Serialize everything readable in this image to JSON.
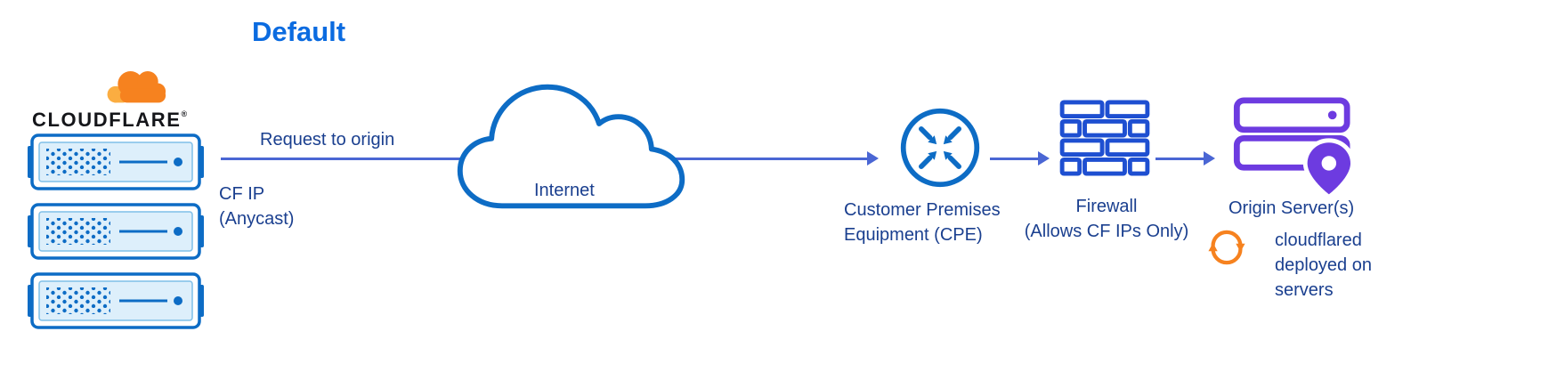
{
  "title": "Default",
  "brand": {
    "wordmark": "CLOUDFLARE",
    "registered": "®"
  },
  "flow": {
    "request_label": "Request to origin",
    "cf_ip_label": "CF IP\n(Anycast)",
    "internet_label": "Internet",
    "cpe_label": "Customer Premises\nEquipment (CPE)",
    "firewall_label": "Firewall\n(Allows CF IPs Only)",
    "origin_label": "Origin Server(s)",
    "cloudflared_label": "cloudflared\ndeployed on\nservers"
  },
  "icons": {
    "cloudflare_cloud": "orange-cloud",
    "edge_server": "server-rack",
    "internet": "cloud-outline",
    "cpe": "arrows-inward-circle",
    "firewall": "brick-wall",
    "origin_server": "server-stack-with-location-pin",
    "cloudflared": "sync-arrows"
  },
  "colors": {
    "title_color": "#0b6be0",
    "label_color": "#1a3f8f",
    "icon_blue": "#0d6cc5",
    "arrow_blue": "#4a66d4",
    "firewall_blue": "#1e4fd1",
    "purple": "#6d3be0",
    "orange": "#f6821f",
    "orange_light": "#fbad41",
    "server_fill": "#ddeffb",
    "wordmark_color": "#15161a"
  }
}
